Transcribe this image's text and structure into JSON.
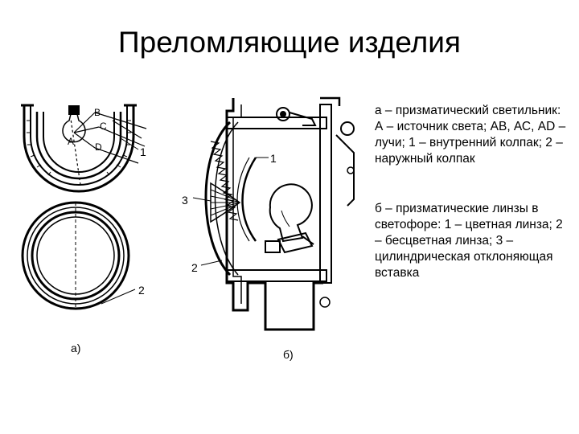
{
  "title": "Преломляющие изделия",
  "description_a": "а – призматический светильник: А – источник света; АВ, АС, АD – лучи; 1 – внутренний колпак; 2 – наружный колпак",
  "description_b": "б – призматические линзы в светофоре: 1 – цветная линза; 2 – бесцветная линза; 3 – цилиндрическая отклоняющая вставка",
  "figure_a": {
    "caption": "а)",
    "label_a": "A",
    "label_b": "B",
    "label_c": "C",
    "label_d": "D",
    "label_1": "1",
    "label_2": "2"
  },
  "figure_b": {
    "caption": "б)",
    "label_1": "1",
    "label_2": "2",
    "label_3": "3"
  }
}
